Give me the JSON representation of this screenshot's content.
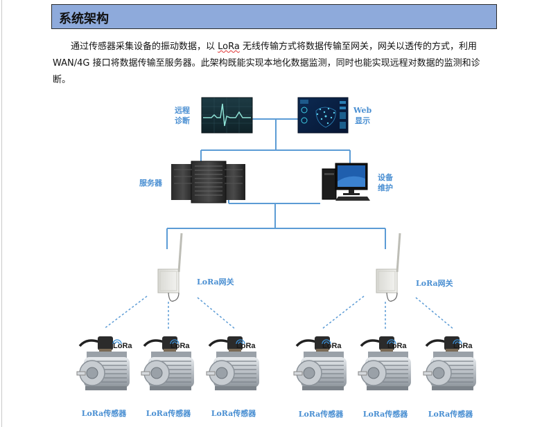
{
  "heading": "系统架构",
  "paragraph": {
    "part1": "通过传感器采集设备的振动数据，以 ",
    "lora_word": "LoRa",
    "part2": " 无线传输方式将数据传输至网关，网关以透传的方式，利用 WAN/4G 接口将数据传输至服务器。此架构既能实现本地化数据监测，同时也能实现远程对数据的监测和诊断。"
  },
  "labels": {
    "remote_line1": "远程",
    "remote_line2": "诊断",
    "web_line1": "Web",
    "web_line2": "显示",
    "server": "服务器",
    "device_line1": "设备",
    "device_line2": "维护",
    "gateway_left": "LoRa网关",
    "gateway_right": "LoRa网关",
    "lora_logo": "LoRa",
    "sensors": [
      "LoRa传感器",
      "LoRa传感器",
      "LoRa传感器",
      "LoRa传感器",
      "LoRa传感器",
      "LoRa传感器"
    ]
  },
  "colors": {
    "heading_bg": "#8eaadb",
    "connector": "#5b9bd5",
    "label": "#4a8fd2"
  }
}
